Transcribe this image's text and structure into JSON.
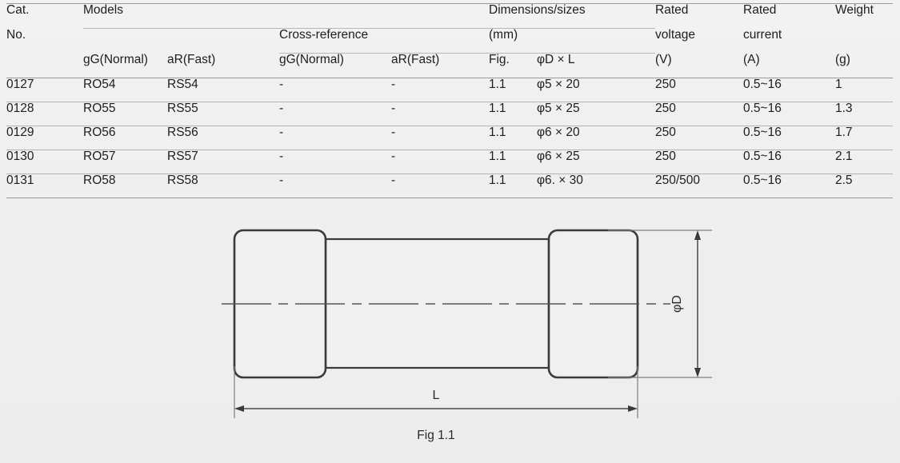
{
  "table": {
    "headers": {
      "cat_no_line1": "Cat.",
      "cat_no_line2": "No.",
      "models": "Models",
      "cross_reference": "Cross-reference",
      "gg_normal": "gG(Normal)",
      "ar_fast": "aR(Fast)",
      "xref_gg_normal": "gG(Normal)",
      "xref_ar_fast": "aR(Fast)",
      "dimensions_line1": "Dimensions/sizes",
      "dimensions_line2": "(mm)",
      "fig": "Fig.",
      "phi_d_x_l": "φD × L",
      "rated_voltage_line1": "Rated",
      "rated_voltage_line2": "voltage",
      "rated_voltage_unit": "(V)",
      "rated_current_line1": "Rated",
      "rated_current_line2": "current",
      "rated_current_unit": "(A)",
      "weight_line1": "Weight",
      "weight_line2": "",
      "weight_unit": "(g)"
    },
    "rows": [
      {
        "cat_no": "0127",
        "gg_normal": "RO54",
        "ar_fast": "RS54",
        "xref_gg": "-",
        "xref_ar": "-",
        "fig": "1.1",
        "dim": "φ5 × 20",
        "voltage": "250",
        "current": "0.5~16",
        "weight": "1"
      },
      {
        "cat_no": "0128",
        "gg_normal": "RO55",
        "ar_fast": "RS55",
        "xref_gg": "-",
        "xref_ar": "-",
        "fig": "1.1",
        "dim": "φ5 × 25",
        "voltage": "250",
        "current": "0.5~16",
        "weight": "1.3"
      },
      {
        "cat_no": "0129",
        "gg_normal": "RO56",
        "ar_fast": "RS56",
        "xref_gg": "-",
        "xref_ar": "-",
        "fig": "1.1",
        "dim": "φ6 × 20",
        "voltage": "250",
        "current": "0.5~16",
        "weight": "1.7"
      },
      {
        "cat_no": "0130",
        "gg_normal": "RO57",
        "ar_fast": "RS57",
        "xref_gg": "-",
        "xref_ar": "-",
        "fig": "1.1",
        "dim": "φ6 × 25",
        "voltage": "250",
        "current": "0.5~16",
        "weight": "2.1"
      },
      {
        "cat_no": "0131",
        "gg_normal": "RO58",
        "ar_fast": "RS58",
        "xref_gg": "-",
        "xref_ar": "-",
        "fig": "1.1",
        "dim": "φ6. × 30",
        "voltage": "250/500",
        "current": "0.5~16",
        "weight": "2.5"
      }
    ]
  },
  "diagram": {
    "caption": "Fig 1.1",
    "length_label": "L",
    "diameter_label": "φD",
    "colors": {
      "outline": "#3a3a3a",
      "dimension_line": "#4a4a4a",
      "centerline": "#555555",
      "background": "#f0f0f0"
    }
  }
}
